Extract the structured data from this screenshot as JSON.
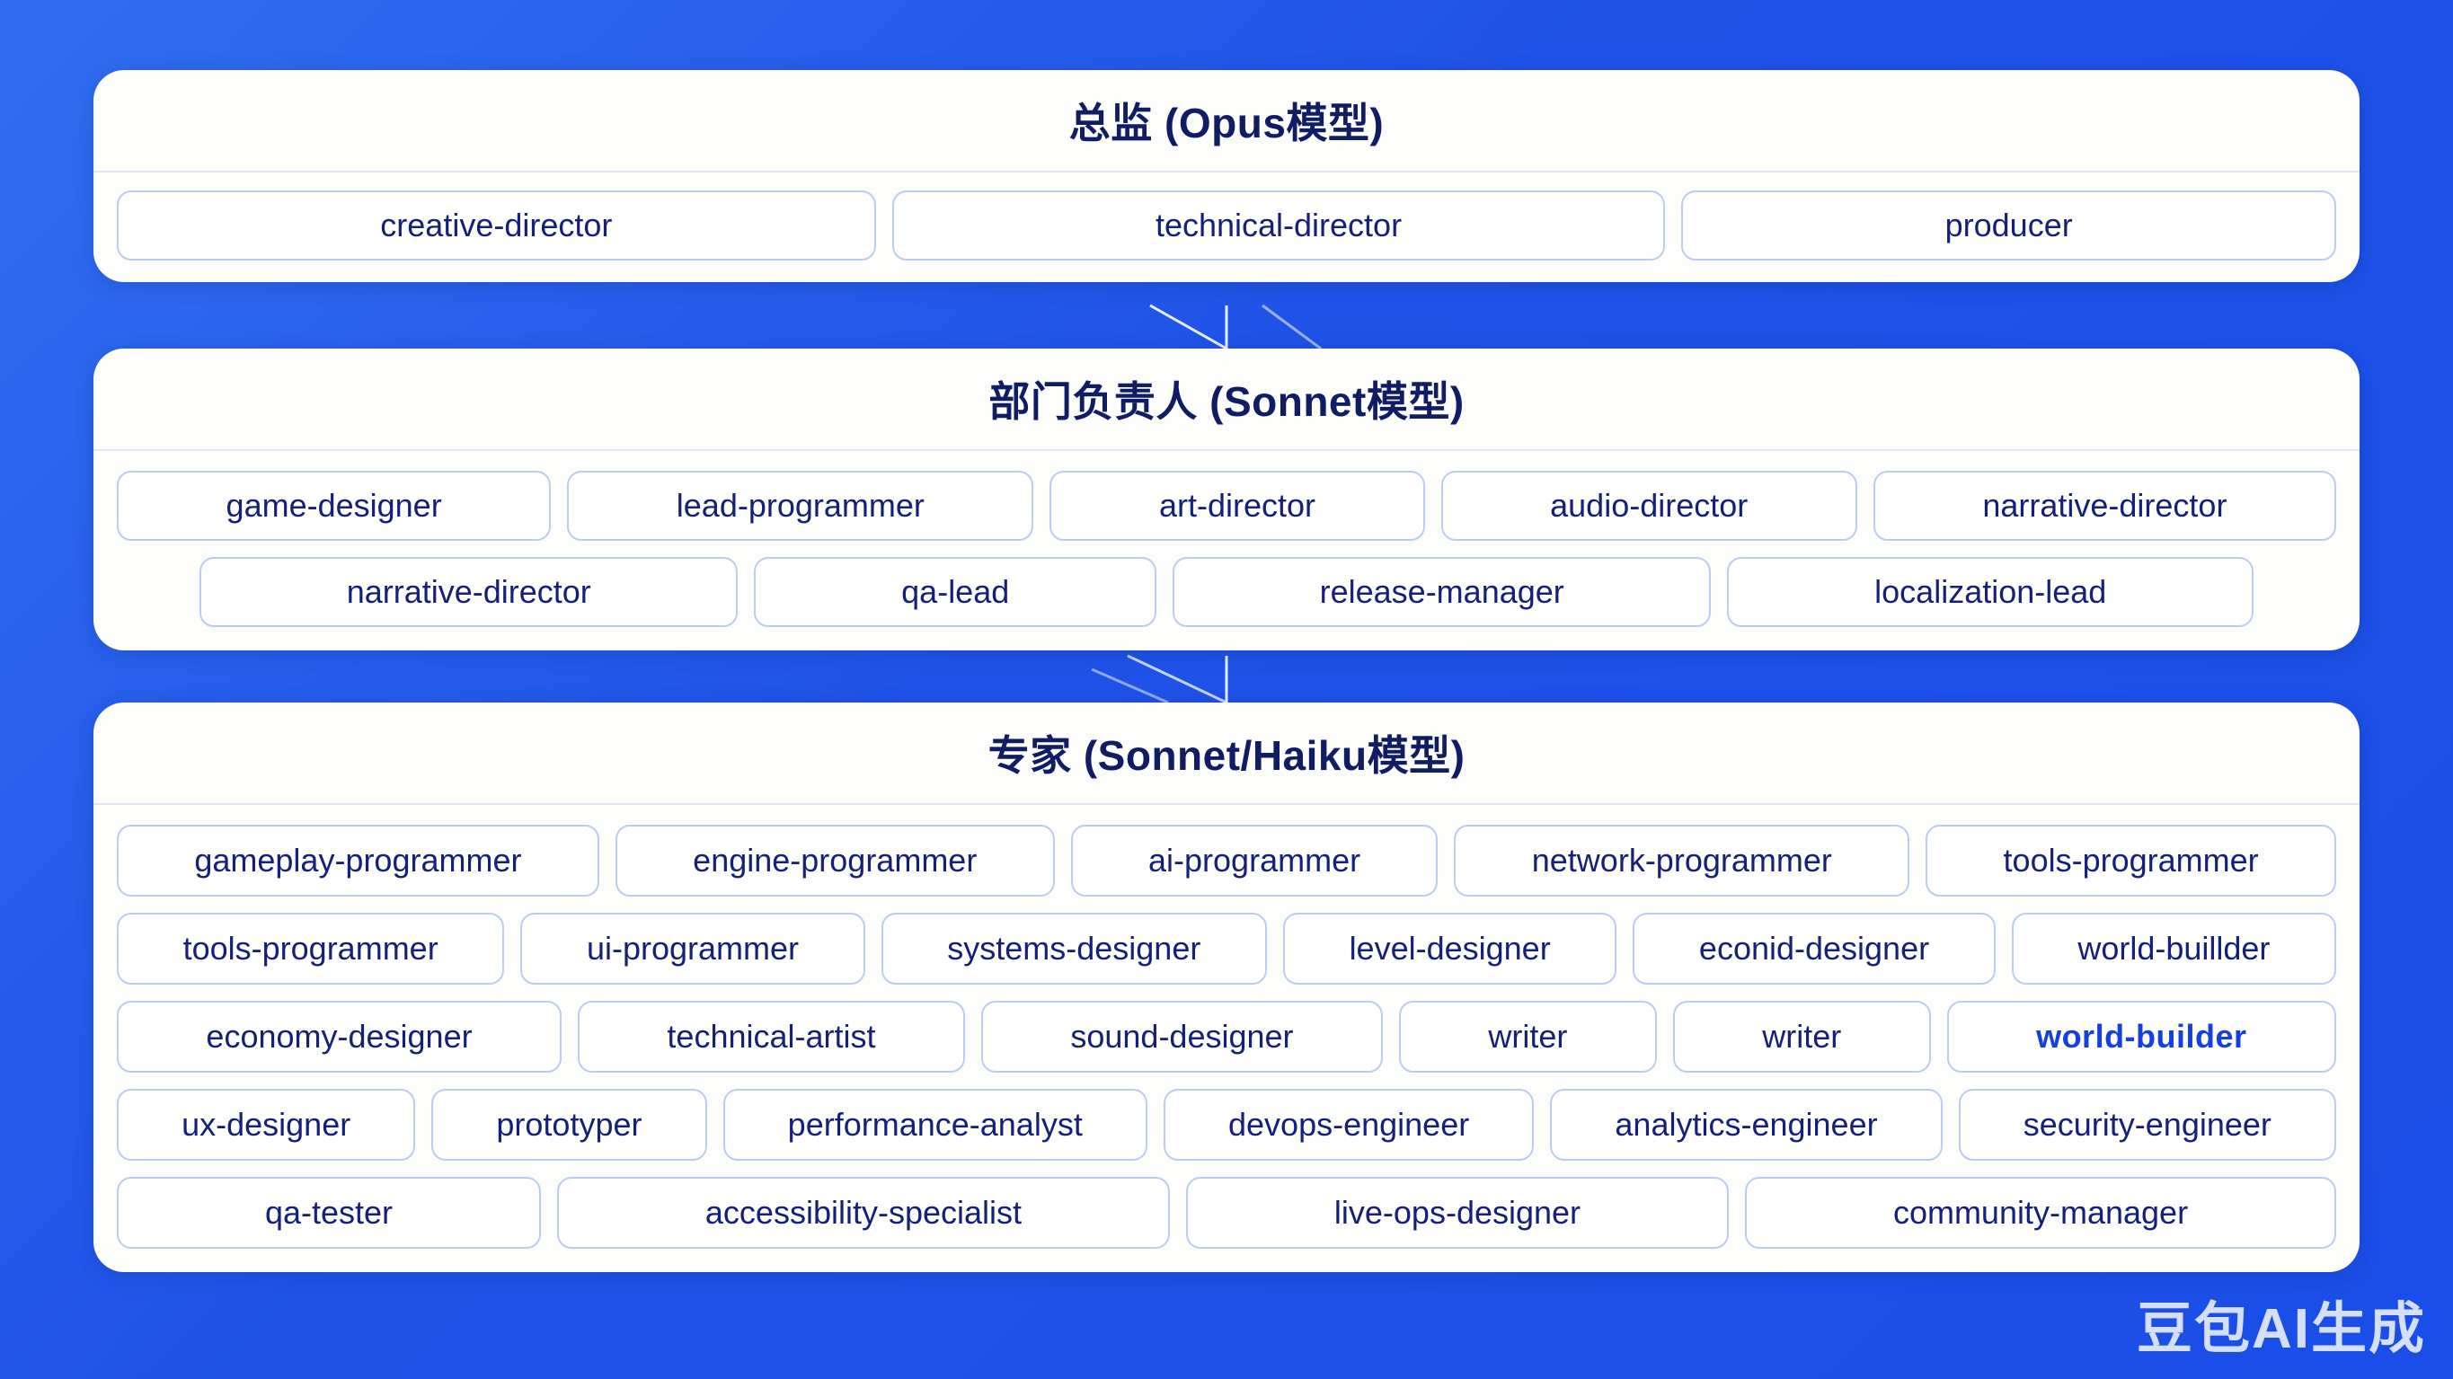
{
  "theme": {
    "background_color": "#2563eb",
    "panel_color": "#fdfdfb",
    "title_color": "#101c63",
    "chip_text_color": "#14207a",
    "chip_border_color": "#b9cdf2",
    "highlight_color": "#1540e0"
  },
  "panels": [
    {
      "id": "director",
      "title": "总监 (Opus模型)",
      "rows": [
        [
          "creative-director",
          "technical-director",
          "producer"
        ]
      ]
    },
    {
      "id": "leads",
      "title": "部门负责人 (Sonnet模型)",
      "rows": [
        [
          "game-designer",
          "lead-programmer",
          "art-director",
          "audio-director",
          "narrative-director"
        ],
        [
          "narrative-director",
          "qa-lead",
          "release-manager",
          "localization-lead"
        ]
      ]
    },
    {
      "id": "experts",
      "title": "专家 (Sonnet/Haiku模型)",
      "rows": [
        [
          "gameplay-programmer",
          "engine-programmer",
          "ai-programmer",
          "network-programmer",
          "tools-programmer"
        ],
        [
          "tools-programmer",
          "ui-programmer",
          "systems-designer",
          "level-designer",
          "econid-designer",
          "world-buillder"
        ],
        [
          "economy-designer",
          "technical-artist",
          "sound-designer",
          "writer",
          "writer",
          "world-builder"
        ],
        [
          "ux-designer",
          "prototyper",
          "performance-analyst",
          "devops-engineer",
          "analytics-engineer",
          "security-engineer"
        ],
        [
          "qa-tester",
          "accessibility-specialist",
          "live-ops-designer",
          "community-manager"
        ]
      ],
      "highlighted_chip": "world-builder"
    }
  ],
  "watermark": {
    "text": "豆包AI生成"
  }
}
